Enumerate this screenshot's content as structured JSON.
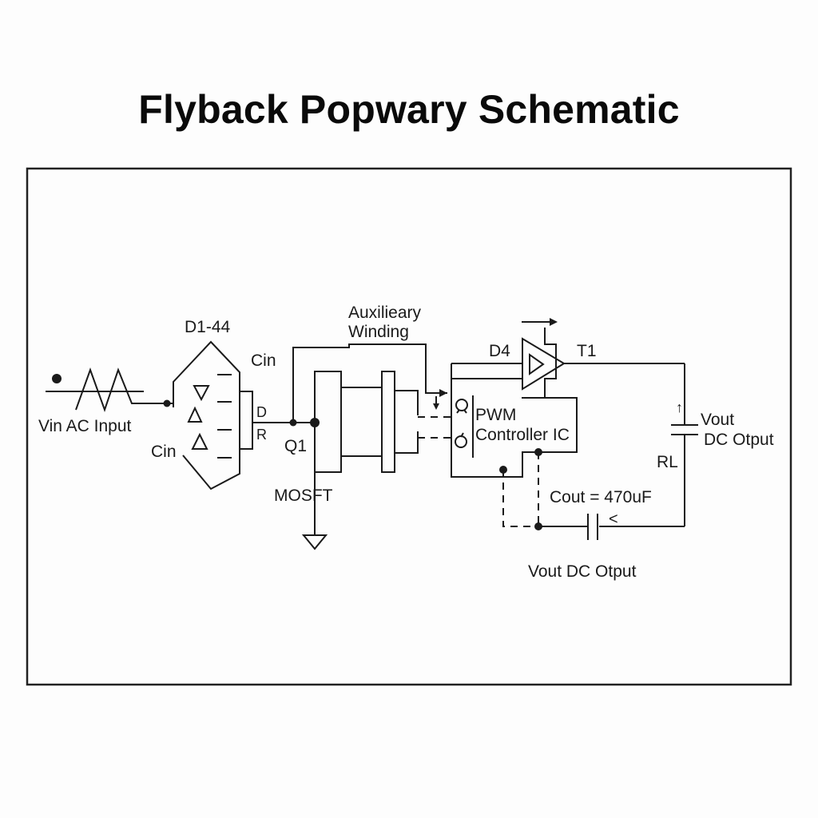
{
  "title": "Flyback Popwary Schematic",
  "labels": {
    "vin_input": "Vin AC Input",
    "bridge": "D1-44",
    "cin_top": "Cin",
    "cin_bottom": "Cin",
    "d_pin": "D",
    "r_pin": "R",
    "q1": "Q1",
    "mosfet": "MOSFT",
    "aux_line1": "Auxilieary",
    "aux_line2": "Winding",
    "d4": "D4",
    "t1": "T1",
    "pwm_line1": "PWM",
    "pwm_line2": "Controller IC",
    "vout_side_line1": "Vout",
    "vout_side_line2": "DC Otput",
    "rl": "RL",
    "cout": "Cout = 470uF",
    "cout_marker": "<",
    "vout_bottom": "Vout DC Otput",
    "up_arrow": "↑"
  },
  "colors": {
    "ink": "#1a1a1a",
    "background": "#fdfdfd",
    "frame": "#222222"
  }
}
